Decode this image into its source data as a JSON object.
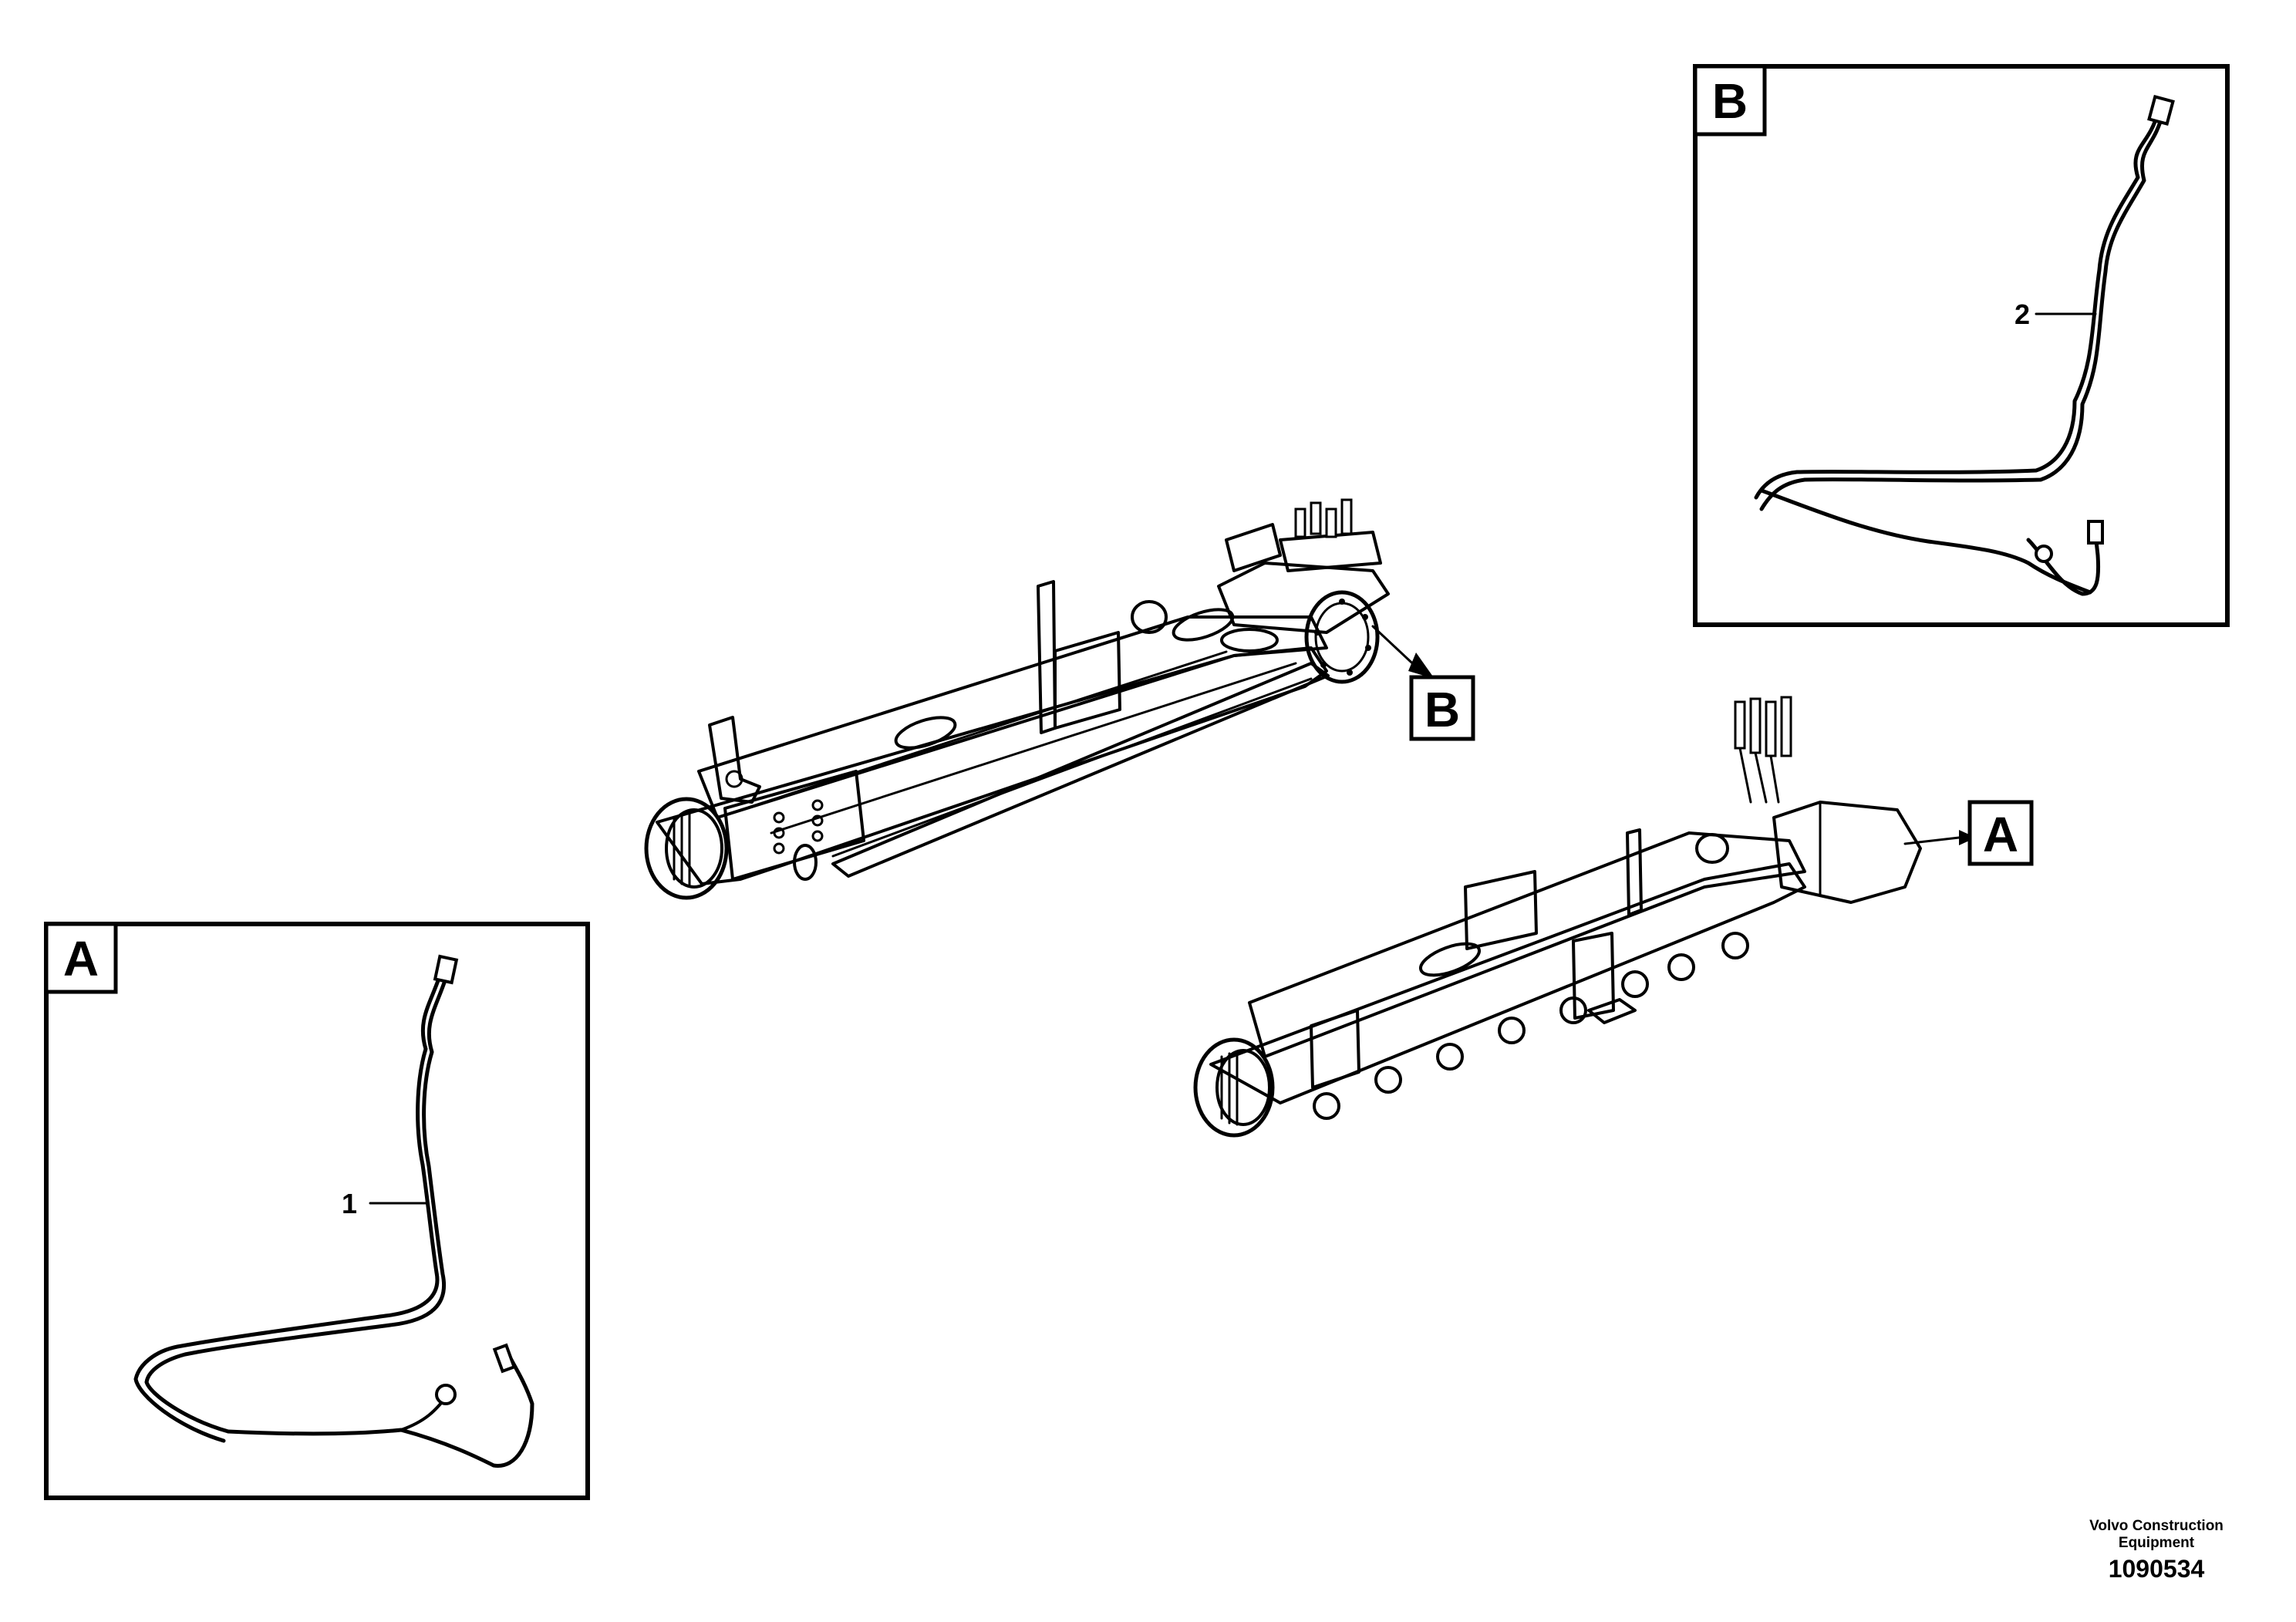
{
  "diagram": {
    "inset_a": {
      "letter": "A",
      "callout_number": "1"
    },
    "inset_b": {
      "letter": "B",
      "callout_number": "2"
    },
    "pointer_b": {
      "letter": "B"
    },
    "pointer_a": {
      "letter": "A"
    }
  },
  "footer": {
    "company": "Volvo Construction Equipment",
    "part_number": "1090534"
  }
}
